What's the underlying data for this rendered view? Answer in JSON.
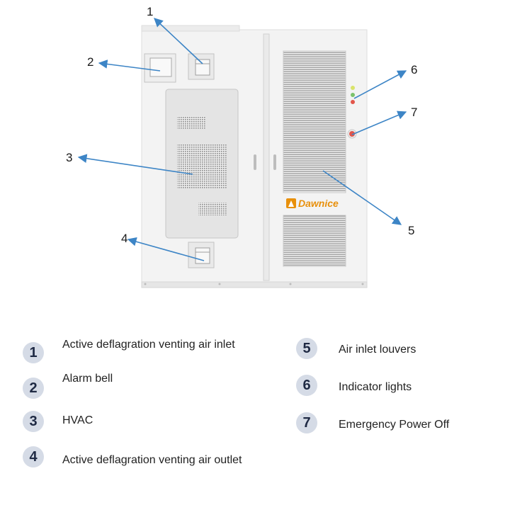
{
  "brand": {
    "name": "Dawnice",
    "color": "#e8900c"
  },
  "colors": {
    "arrow": "#3d85c6",
    "badge_bg": "#d5dbe6",
    "badge_text": "#1f2a44"
  },
  "callouts": [
    "1",
    "2",
    "3",
    "4",
    "5",
    "6",
    "7"
  ],
  "legend": [
    {
      "num": "1",
      "label": "Active deflagration venting air inlet"
    },
    {
      "num": "2",
      "label": "Alarm bell"
    },
    {
      "num": "3",
      "label": "HVAC"
    },
    {
      "num": "4",
      "label": "Active deflagration venting air outlet"
    },
    {
      "num": "5",
      "label": "Air inlet louvers"
    },
    {
      "num": "6",
      "label": "Indicator lights"
    },
    {
      "num": "7",
      "label": "Emergency Power Off"
    }
  ]
}
